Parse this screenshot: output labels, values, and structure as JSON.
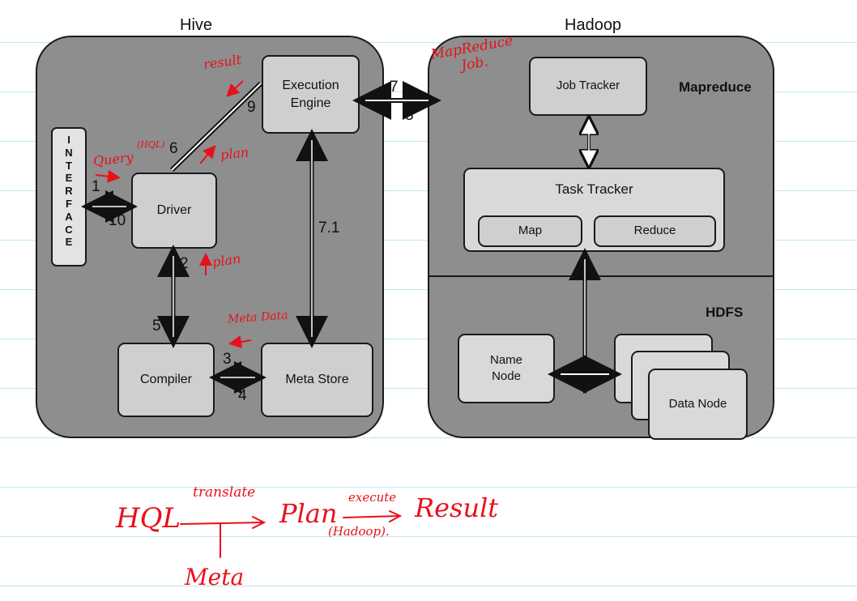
{
  "titles": {
    "left": "Hive",
    "right": "Hadoop"
  },
  "interface_label": "INTERFACE",
  "nodes": {
    "execution_engine": "Execution\nEngine",
    "driver": "Driver",
    "compiler": "Compiler",
    "meta_store": "Meta Store",
    "job_tracker": "Job Tracker",
    "task_tracker": "Task Tracker",
    "map": "Map",
    "reduce": "Reduce",
    "name_node": "Name\nNode",
    "data_node": "Data Node"
  },
  "sections": {
    "mapreduce": "Mapreduce",
    "hdfs": "HDFS"
  },
  "step_numbers": {
    "s1": "1",
    "s10": "10",
    "s2": "2",
    "s5": "5",
    "s3": "3",
    "s4": "4",
    "s6": "6",
    "s9": "9",
    "s7": "7",
    "s8": "8",
    "s71": "7.1"
  },
  "annotations": {
    "result": "result",
    "query": "Query",
    "hql_sup": "(HQL)",
    "plan_top": "plan",
    "plan_mid": "plan",
    "meta_data": "Meta Data",
    "mapreduce_job": "MapReduce\nJob."
  },
  "bottom_notes": {
    "hql": "HQL",
    "translate": "translate",
    "plan": "Plan",
    "execute": "execute",
    "hadoop": "(Hadoop).",
    "result": "Result",
    "meta": "Meta"
  },
  "colors": {
    "panel": "#8e8e8e",
    "node": "#cfcfcf",
    "ink_red": "#e8101a",
    "ruled_line": "#bfe6f2"
  }
}
